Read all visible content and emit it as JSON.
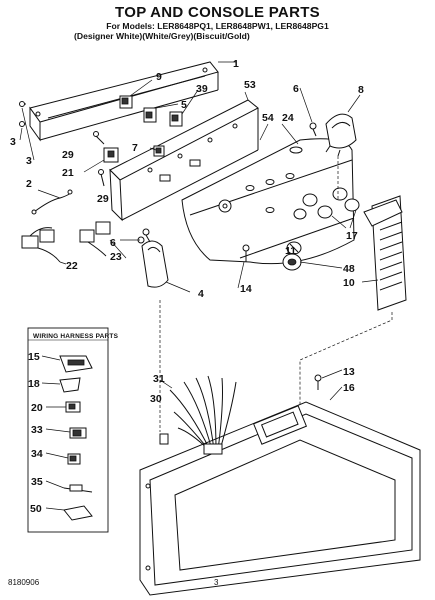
{
  "header": {
    "title": "TOP AND CONSOLE PARTS",
    "models_line": "For Models: LER8648PQ1, LER8648PW1, LER8648PG1",
    "colors_line": "(Designer White)(White/Grey)(Biscuit/Gold)"
  },
  "wiring_box": {
    "title": "WIRING HARNESS PARTS"
  },
  "callouts": {
    "c1": "1",
    "c2": "2",
    "c3a": "3",
    "c3b": "3",
    "c4": "4",
    "c5": "5",
    "c6a": "6",
    "c6b": "6",
    "c7": "7",
    "c8": "8",
    "c9": "9",
    "c10": "10",
    "c11": "11",
    "c13": "13",
    "c14": "14",
    "c15": "15",
    "c16": "16",
    "c17": "17",
    "c18": "18",
    "c20": "20",
    "c21": "21",
    "c22": "22",
    "c23": "23",
    "c24": "24",
    "c29a": "29",
    "c29b": "29",
    "c30": "30",
    "c31": "31",
    "c33": "33",
    "c34": "34",
    "c35": "35",
    "c39": "39",
    "c48": "48",
    "c50": "50",
    "c53": "53",
    "c54": "54"
  },
  "footer": {
    "part_number": "8180906",
    "page_number": "3"
  }
}
